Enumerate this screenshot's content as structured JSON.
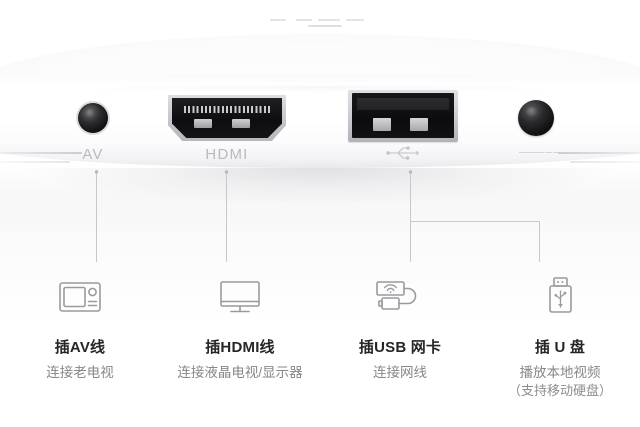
{
  "device": {
    "name": "mi-box-rear-panel",
    "ports": [
      {
        "id": "av",
        "silk": "AV",
        "icon": "audio-video-jack"
      },
      {
        "id": "hdmi",
        "silk": "HDMI",
        "icon": "hdmi-port"
      },
      {
        "id": "usb",
        "silk": "",
        "icon": "usb-port"
      },
      {
        "id": "power",
        "silk": "",
        "icon": "power-jack"
      }
    ],
    "micro_text": "▬▬▬▬▬▬▬▬\n▬▬ ▬▬ ▬▬"
  },
  "callouts": [
    {
      "id": "av",
      "icon": "crt-television-icon",
      "title": "插AV线",
      "desc": "连接老电视",
      "note": ""
    },
    {
      "id": "hdmi",
      "icon": "lcd-monitor-icon",
      "title": "插HDMI线",
      "desc": "连接液晶电视/显示器",
      "note": ""
    },
    {
      "id": "usb-nic",
      "icon": "usb-wifi-adapter-icon",
      "title": "插USB 网卡",
      "desc": "连接网线",
      "note": ""
    },
    {
      "id": "udisk",
      "icon": "usb-flash-drive-icon",
      "title": "插 U 盘",
      "desc": "播放本地视频",
      "note": "（支持移动硬盘）"
    }
  ],
  "colors": {
    "title": "#262626",
    "desc": "#878787",
    "silk": "#b9b9bf",
    "leader": "#c8c8cc",
    "icon_stroke": "#9a9a9f",
    "background": "#ffffff"
  }
}
